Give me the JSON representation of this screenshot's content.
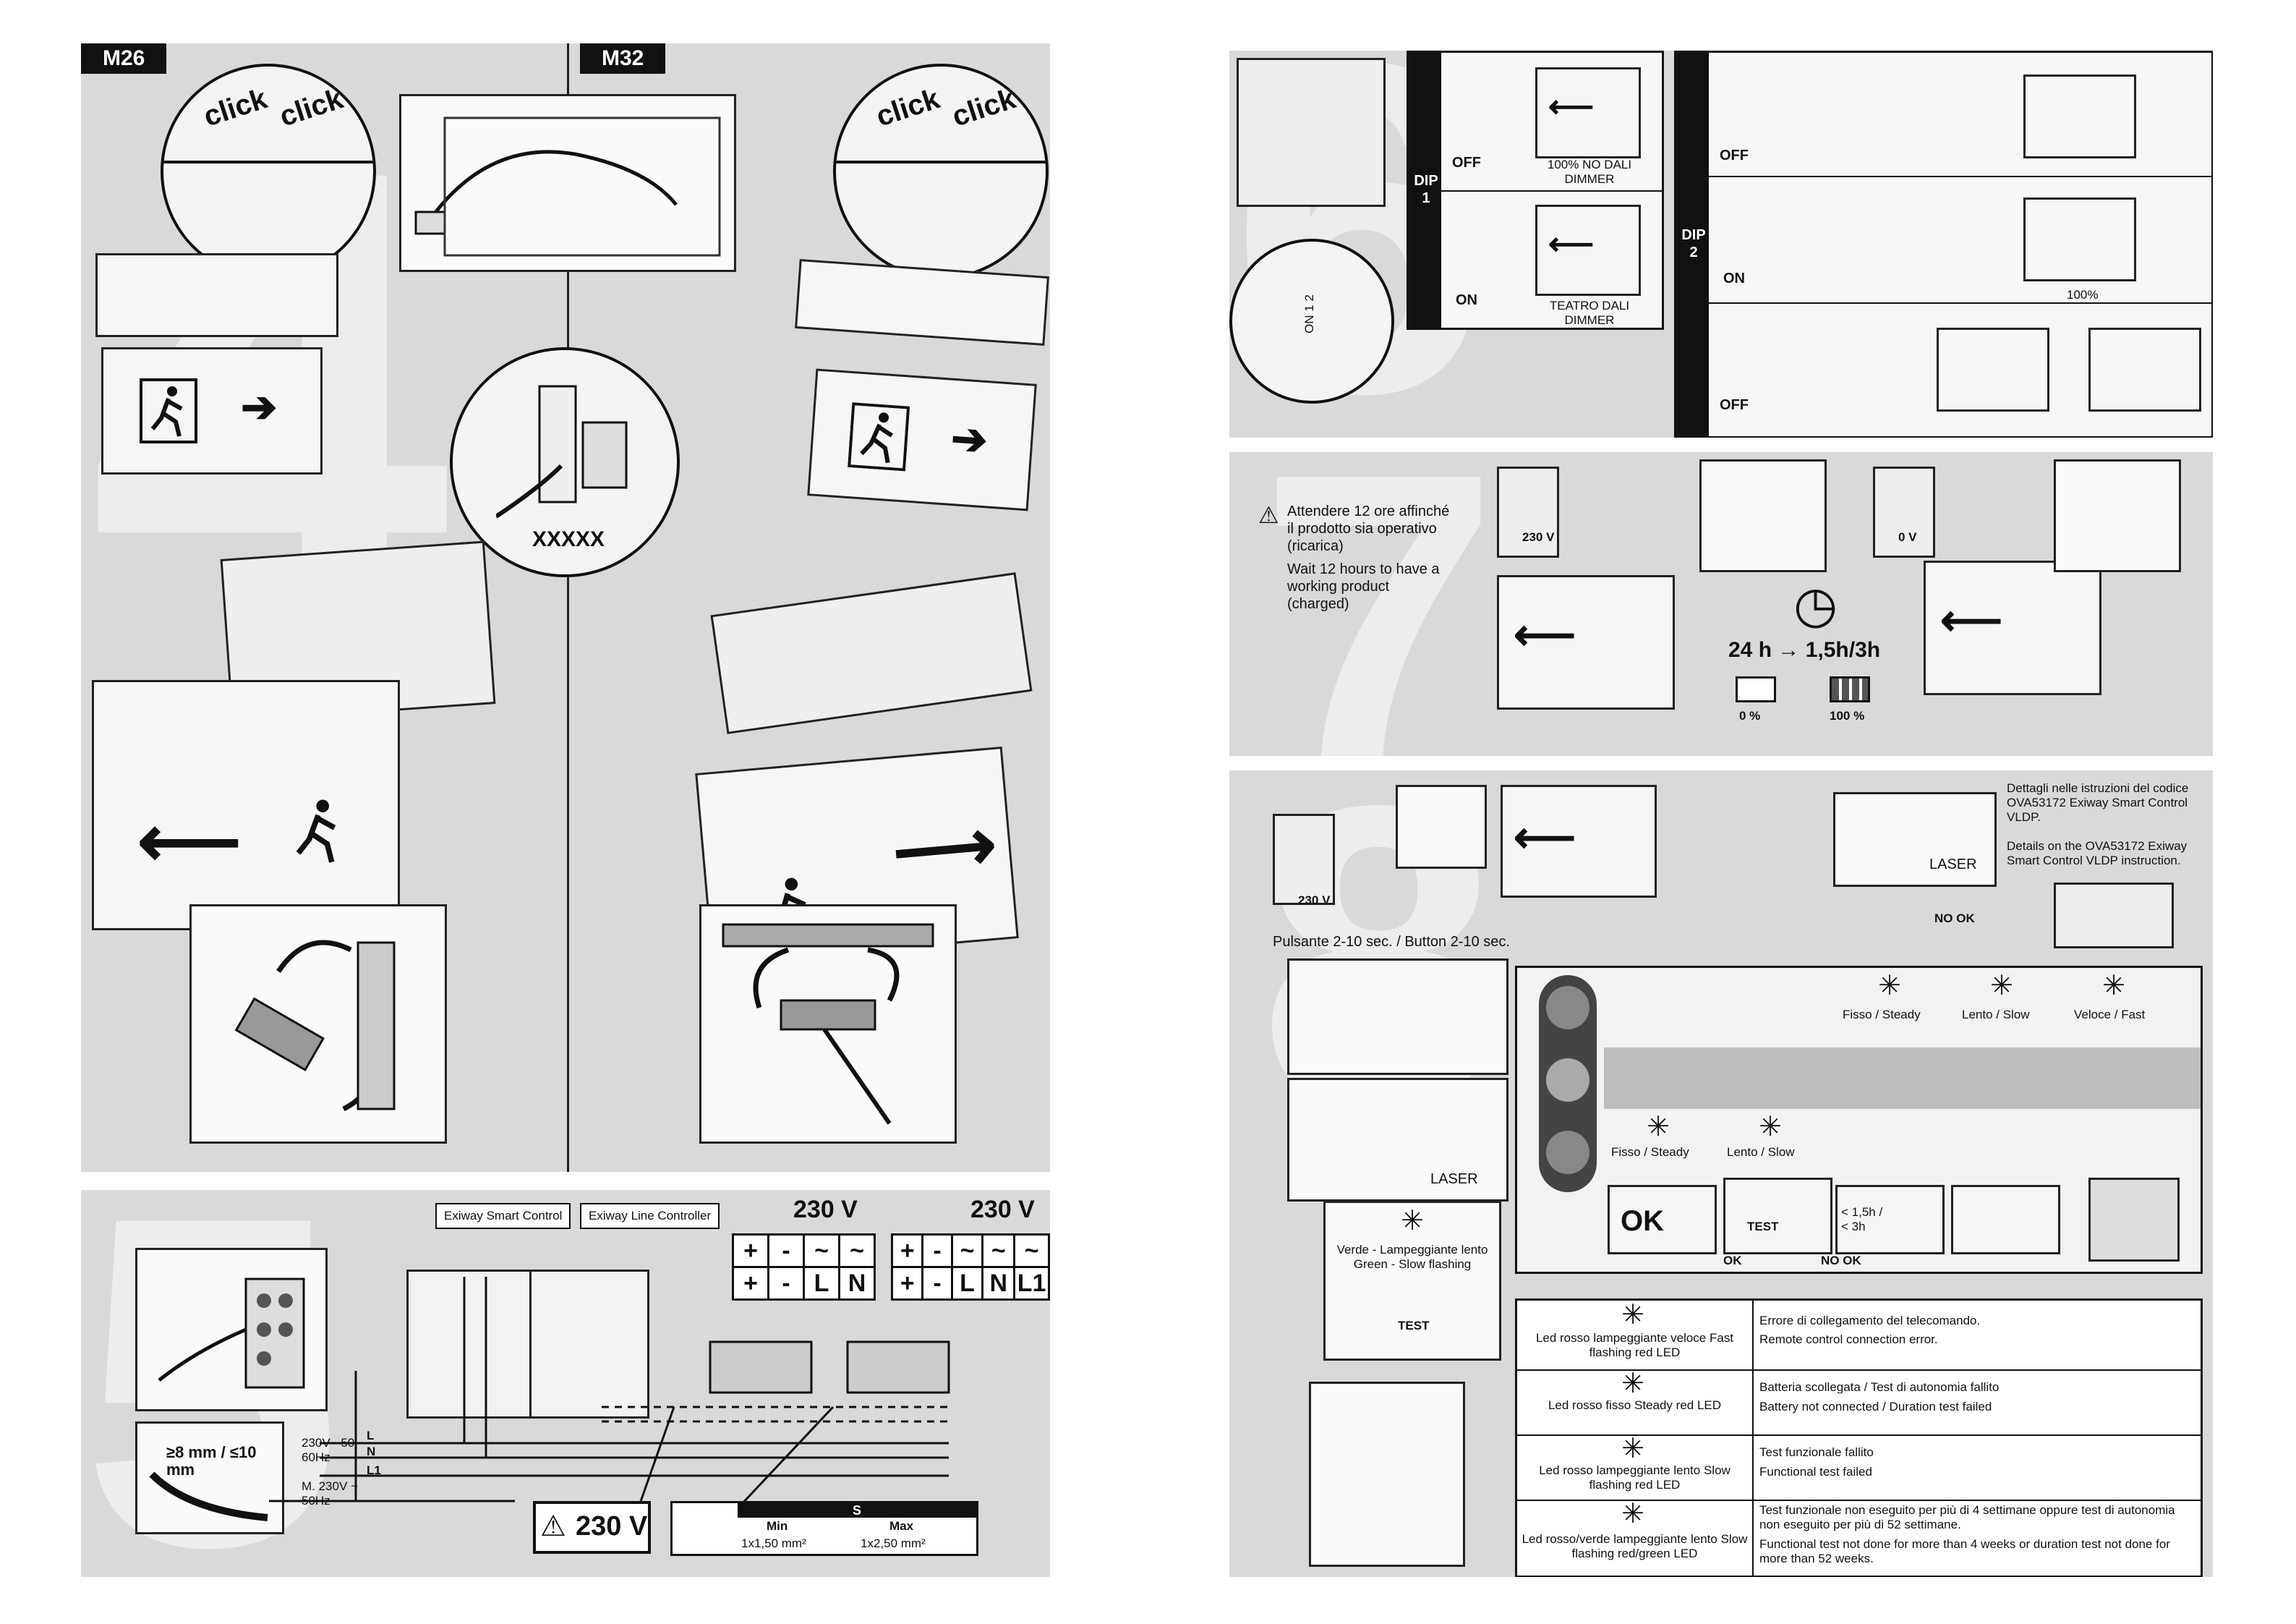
{
  "left_page": {
    "model_tags": [
      "M26",
      "M32"
    ],
    "step4_labels": {
      "click_1": "click",
      "click_2": "click",
      "click_3": "click",
      "click_4": "click",
      "connector": "XXXXX"
    },
    "step5": {
      "smart_control": "Exiway Smart Control",
      "line_controller": "Exiway Line Controller",
      "v230_a": "230 V",
      "v230_b": "230 V",
      "box_a": [
        [
          "+",
          "-",
          "~",
          "~"
        ],
        [
          "+",
          "-",
          "L",
          "N"
        ]
      ],
      "box_b": [
        [
          "+",
          "-",
          "~",
          "~",
          "~"
        ],
        [
          "+",
          "-",
          "L",
          "N",
          "L1"
        ]
      ],
      "strip_label": "≥8 mm / ≤10 mm",
      "mains_1": "230V ~50-60Hz",
      "mains_2": "M. 230V ~ 50Hz",
      "wire_labels": [
        "L",
        "N",
        "L1"
      ],
      "warning": "230 V",
      "section_header": "S",
      "min_label": "Min",
      "max_label": "Max",
      "min_value": "1x1,50 mm²",
      "max_value": "1x2,50 mm²"
    }
  },
  "right_page": {
    "step6": {
      "dip1_label": "DIP 1",
      "dip2_label": "DIP 2",
      "dip1_off": "OFF",
      "dip1_on": "ON",
      "dip1_off_caption": "100% NO DALI DIMMER",
      "dip1_on_caption": "TEATRO DALI DIMMER",
      "dip2_rows": [
        "OFF",
        "ON",
        "OFF"
      ],
      "dip2_caption": "100%",
      "switch_labels": "ON 1 2"
    },
    "step7": {
      "note_it": "Attendere 12 ore affinché il prodotto sia operativo (ricarica)",
      "note_en": "Wait 12 hours to have a working product (charged)",
      "v_on": "230 V",
      "v_off": "0 V",
      "time": "24 h → 1,5h/3h",
      "battery_empty": "0 %",
      "battery_full": "100 %"
    },
    "step8": {
      "v230": "230 V",
      "details_it": "Dettagli nelle istruzioni del codice OVA53172  Exiway Smart Control VLDP.",
      "details_en": "Details on the OVA53172 Exiway Smart Control VLDP instruction.",
      "laser": "LASER",
      "laser_2": "LASER",
      "no_ok": "NO OK",
      "button_label": "Pulsante 2-10 sec. / Button 2-10 sec.",
      "led_states_top": [
        "Fisso / Steady",
        "Lento / Slow",
        "Veloce / Fast"
      ],
      "led_states_mid": [
        "Fisso / Steady",
        "Lento / Slow"
      ],
      "ok": "OK",
      "ok_label": "OK",
      "no_ok_label": "NO OK",
      "test": "TEST",
      "test_2": "TEST",
      "time_options": "< 1,5h / < 3h",
      "green_state": "Verde - Lampeggiante lento Green - Slow flashing",
      "errors": [
        {
          "led": "Led rosso lampeggiante veloce Fast flashing red LED",
          "it": "Errore di collegamento del telecomando.",
          "en": "Remote control connection error."
        },
        {
          "led": "Led rosso fisso Steady red LED",
          "it": "Batteria scollegata / Test di autonomia fallito",
          "en": "Battery not connected / Duration test failed"
        },
        {
          "led": "Led rosso lampeggiante lento Slow flashing red LED",
          "it": "Test funzionale fallito",
          "en": "Functional  test failed"
        },
        {
          "led": "Led rosso/verde lampeggiante lento Slow flashing red/green LED",
          "it": "Test funzionale non eseguito per più di 4 settimane oppure test di autonomia non eseguito per più di 52 settimane.",
          "en": "Functional test not done for more than 4 weeks or duration test not done for more than 52 weeks."
        }
      ]
    }
  },
  "icons": {
    "exit_sign": "running-man-exit-icon",
    "arrow": "arrow-icon",
    "led": "led-burst-icon",
    "warning": "warning-triangle-icon",
    "clock": "clock-icon"
  }
}
